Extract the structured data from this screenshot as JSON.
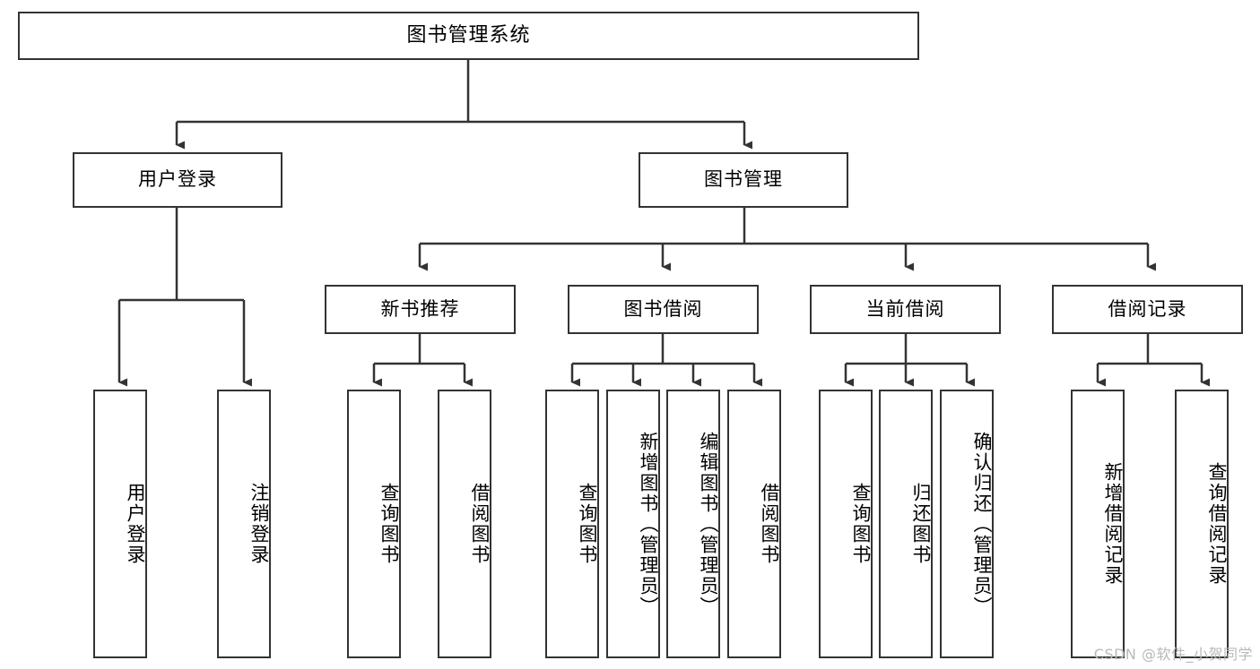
{
  "diagram": {
    "title": "图书管理系统",
    "type": "tree",
    "watermark": "CSDN @软件_小贺同学",
    "colors": {
      "border": "#333333",
      "fill": "#ffffff",
      "text": "#000000",
      "edge": "#333333",
      "watermark": "#b9b9b9"
    },
    "nodes": {
      "root": {
        "label": "图书管理系统"
      },
      "level1": [
        {
          "id": "user-login",
          "label": "用户登录"
        },
        {
          "id": "book-manage",
          "label": "图书管理"
        }
      ],
      "level2": [
        {
          "id": "new-book-recommend",
          "label": "新书推荐"
        },
        {
          "id": "book-borrow",
          "label": "图书借阅"
        },
        {
          "id": "current-borrow",
          "label": "当前借阅"
        },
        {
          "id": "borrow-record",
          "label": "借阅记录"
        }
      ],
      "leaves": {
        "user-login": [
          {
            "id": "leaf-user-login",
            "label": "用户登录"
          },
          {
            "id": "leaf-logout-login",
            "label": "注销登录"
          }
        ],
        "new-book-recommend": [
          {
            "id": "leaf-query-book-1",
            "label": "查询图书"
          },
          {
            "id": "leaf-borrow-book-1",
            "label": "借阅图书"
          }
        ],
        "book-borrow": [
          {
            "id": "leaf-query-book-2",
            "label": "查询图书"
          },
          {
            "id": "leaf-add-book",
            "label": "新增图书（管理员）"
          },
          {
            "id": "leaf-edit-book",
            "label": "编辑图书（管理员）"
          },
          {
            "id": "leaf-borrow-book-2",
            "label": "借阅图书"
          }
        ],
        "current-borrow": [
          {
            "id": "leaf-query-book-3",
            "label": "查询图书"
          },
          {
            "id": "leaf-return-book",
            "label": "归还图书"
          },
          {
            "id": "leaf-confirm-return",
            "label": "确认归还（管理员）"
          }
        ],
        "borrow-record": [
          {
            "id": "leaf-add-record",
            "label": "新增借阅记录"
          },
          {
            "id": "leaf-query-record",
            "label": "查询借阅记录"
          }
        ]
      }
    }
  }
}
